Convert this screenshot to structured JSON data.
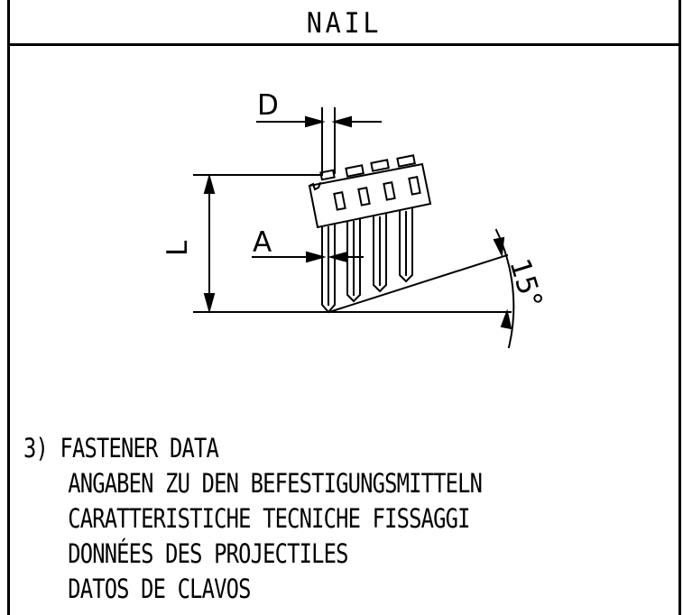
{
  "header": {
    "title": "NAIL"
  },
  "drawing": {
    "labels": {
      "d": "D",
      "l": "L",
      "a": "A",
      "angle": "15°"
    }
  },
  "notes": {
    "heading": "3) FASTENER DATA",
    "translations": [
      "ANGABEN ZU DEN BEFESTIGUNGSMITTELN",
      "CARATTERISTICHE TECNICHE FISSAGGI",
      "DONNÉES DES PROJECTILES",
      "DATOS DE CLAVOS"
    ]
  },
  "colors": {
    "ink": "#000000",
    "paper": "#ffffff"
  }
}
